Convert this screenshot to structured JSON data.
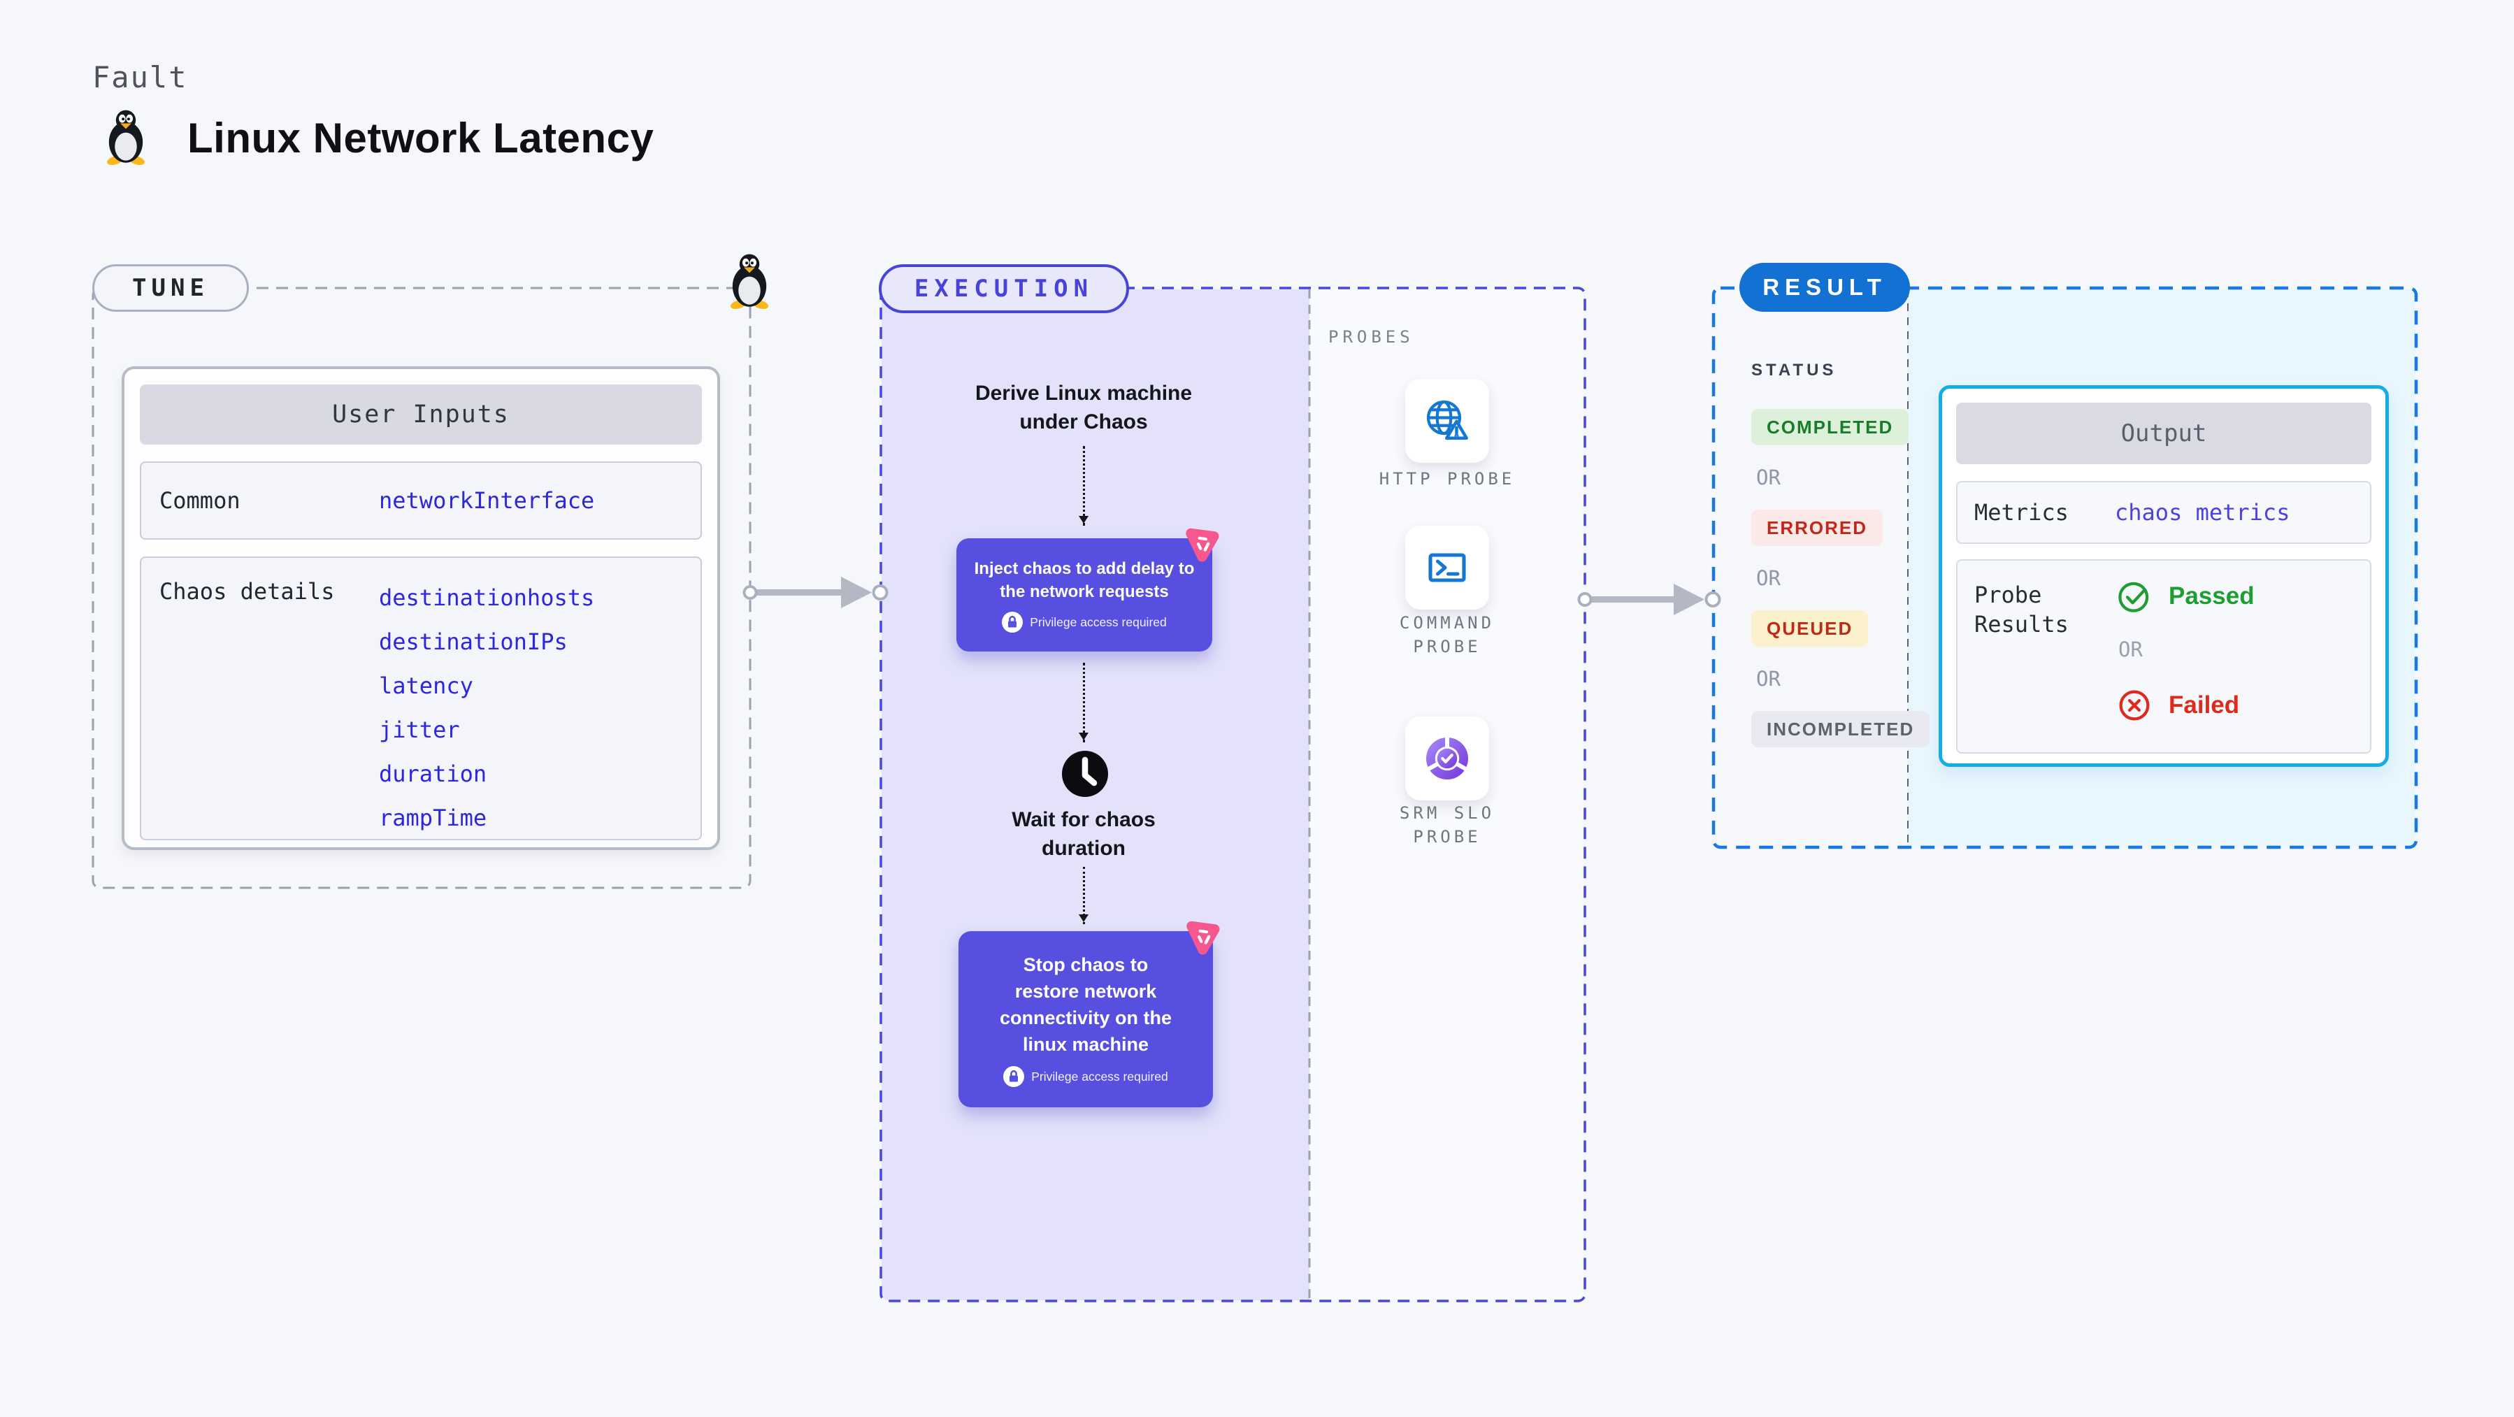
{
  "page": {
    "eyebrow": "Fault",
    "title": "Linux Network Latency"
  },
  "tune": {
    "pill": "TUNE",
    "card_title": "User Inputs",
    "rows": [
      {
        "label": "Common",
        "values": [
          "networkInterface"
        ]
      },
      {
        "label": "Chaos details",
        "values": [
          "destinationhosts",
          "destinationIPs",
          "latency",
          "jitter",
          "duration",
          "rampTime"
        ]
      }
    ]
  },
  "execution": {
    "pill": "EXECUTION",
    "derive_lines": [
      "Derive Linux machine",
      "under Chaos"
    ],
    "inject_lines": [
      "Inject chaos to add delay to",
      "the network requests"
    ],
    "wait_lines": [
      "Wait for chaos",
      "duration"
    ],
    "stop_lines": [
      "Stop chaos to",
      "restore network",
      "connectivity on the",
      "linux machine"
    ],
    "privilege_badge": "Privilege access required",
    "probes": {
      "label": "PROBES",
      "items": [
        {
          "icon": "http-probe-icon",
          "lines": [
            "HTTP PROBE"
          ]
        },
        {
          "icon": "command-probe-icon",
          "lines": [
            "COMMAND",
            "PROBE"
          ]
        },
        {
          "icon": "srm-slo-probe-icon",
          "lines": [
            "SRM SLO",
            "PROBE"
          ]
        }
      ]
    }
  },
  "result": {
    "pill": "RESULT",
    "status_label": "STATUS",
    "or_label": "OR",
    "statuses": [
      {
        "label": "COMPLETED",
        "fg": "#187d29",
        "bg": "#ddf1da"
      },
      {
        "label": "ERRORED",
        "fg": "#c1271b",
        "bg": "#fbe9e7"
      },
      {
        "label": "QUEUED",
        "fg": "#bb2b18",
        "bg": "#fcf1cd"
      },
      {
        "label": "INCOMPLETED",
        "fg": "#5d626e",
        "bg": "#e9eaf1"
      }
    ],
    "output": {
      "title": "Output",
      "metrics_label": "Metrics",
      "metrics_value": "chaos metrics",
      "probe_results_lines": [
        "Probe",
        "Results"
      ],
      "passed": "Passed",
      "or_label": "OR",
      "failed": "Failed"
    }
  },
  "colors": {
    "page_bg": "#f6f7fa",
    "indigo_box": "#574fe0",
    "execution_border": "#4649d6",
    "purple_zone": "#e3e2fa",
    "tune_border": "#9ba1ad",
    "result_border": "#1879df",
    "result_pill_bg": "#1271d3",
    "light_blue_zone": "#e8f6fd",
    "output_border": "#14ade5",
    "pink_chaos": "#f6578f",
    "probe_blue": "#1478d2",
    "slo_purple": "#7c3aed",
    "value_blue": "#2c27de",
    "metrics_value_blue": "#4a42e2",
    "passed_green": "#1e9e32",
    "failed_red": "#dd2a1d",
    "or_gray": "#9096a8"
  }
}
